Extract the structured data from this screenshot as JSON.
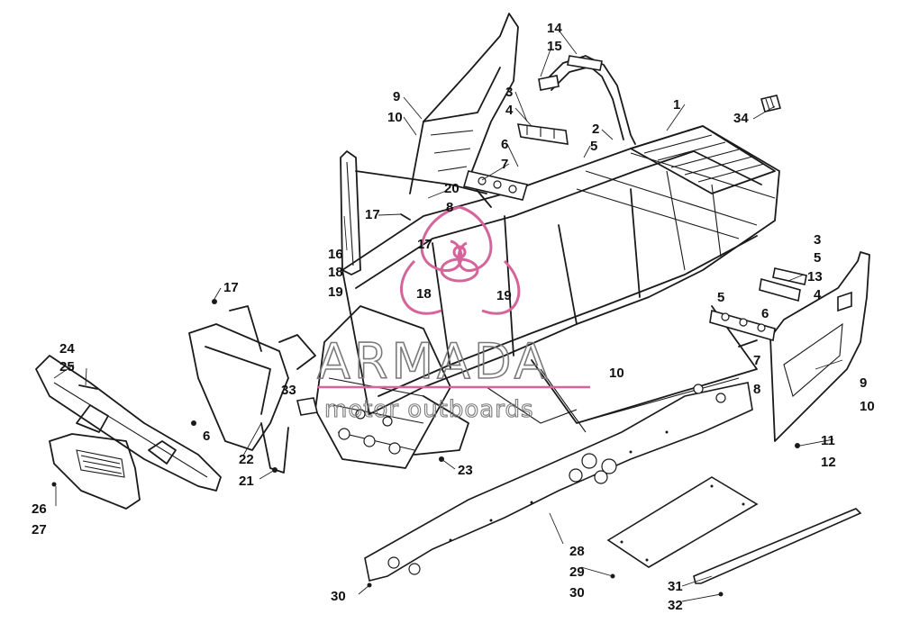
{
  "watermark": {
    "brand": "ARMADA",
    "tagline": "motor outboards",
    "accent_color": "#d4649a"
  },
  "callouts": [
    "1",
    "2",
    "3",
    "4",
    "5",
    "6",
    "7",
    "8",
    "9",
    "10",
    "11",
    "12",
    "13",
    "14",
    "15",
    "16",
    "17",
    "18",
    "19",
    "20",
    "21",
    "22",
    "23",
    "24",
    "25",
    "26",
    "27",
    "28",
    "29",
    "30",
    "31",
    "32",
    "33",
    "34"
  ]
}
